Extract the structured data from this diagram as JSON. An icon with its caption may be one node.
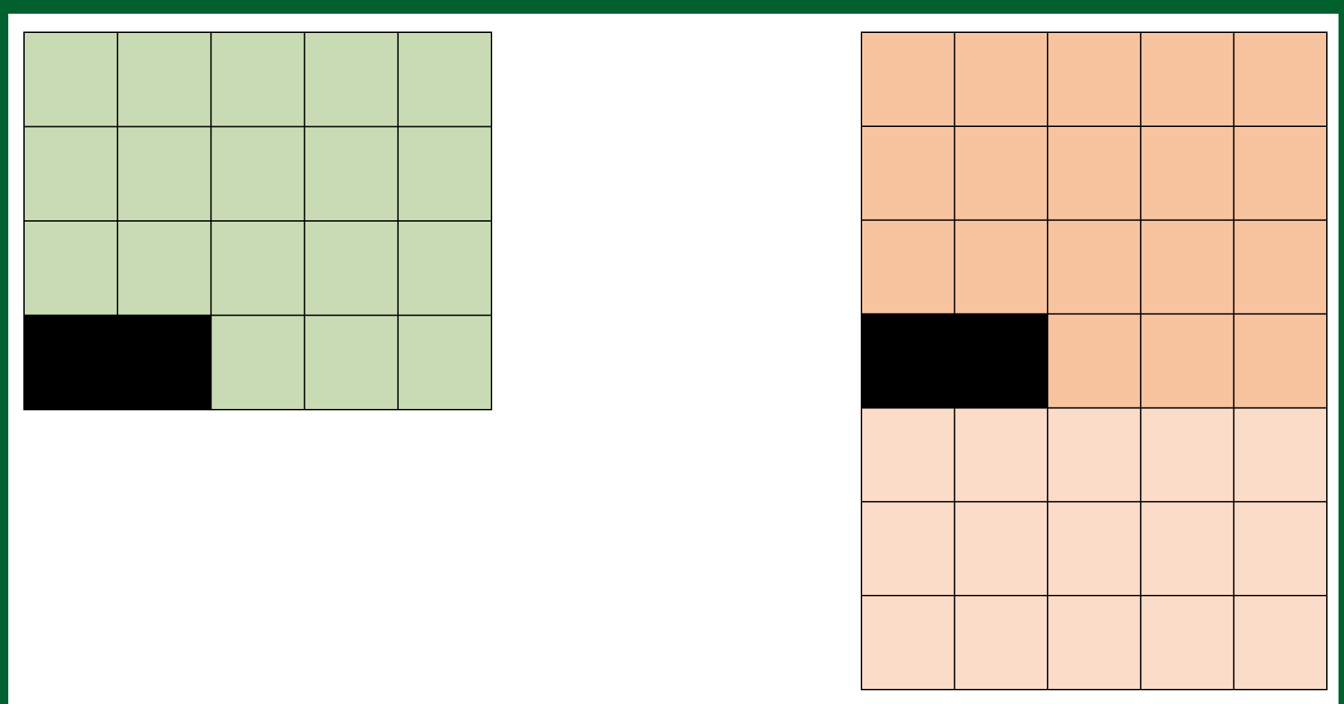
{
  "diagram": {
    "nodes": [
      {
        "text": [],
        "shape": "grid"
      },
      {
        "text": [],
        "shape": "bar",
        "in": 0
      },
      {
        "text": [],
        "shape": "grid"
      },
      {
        "text": [],
        "shape": "bar",
        "in": 2
      }
    ]
  }
}
